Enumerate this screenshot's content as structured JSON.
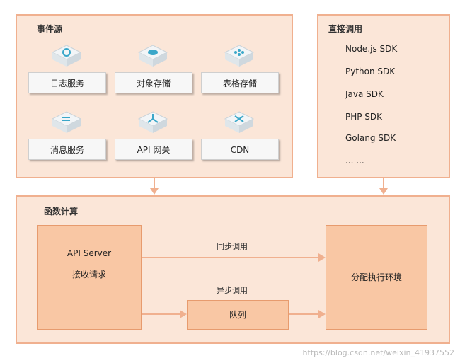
{
  "event_sources": {
    "title": "事件源",
    "items": [
      {
        "label": "日志服务",
        "icon": "log-service-icon"
      },
      {
        "label": "对象存储",
        "icon": "object-storage-icon"
      },
      {
        "label": "表格存储",
        "icon": "table-storage-icon"
      },
      {
        "label": "消息服务",
        "icon": "message-service-icon"
      },
      {
        "label": "API 网关",
        "icon": "api-gateway-icon"
      },
      {
        "label": "CDN",
        "icon": "cdn-icon"
      }
    ]
  },
  "direct_invoke": {
    "title": "直接调用",
    "items": [
      "Node.js SDK",
      "Python SDK",
      "Java SDK",
      "PHP SDK",
      "Golang SDK",
      "... ..."
    ]
  },
  "function_compute": {
    "title": "函数计算",
    "api_server": {
      "line1": "API Server",
      "line2": "接收请求"
    },
    "sync_label": "同步调用",
    "async_label": "异步调用",
    "queue": "队列",
    "exec_env": "分配执行环境"
  },
  "watermark": "https://blog.csdn.net/weixin_41937552",
  "colors": {
    "panel_fill": "#fbe6d8",
    "panel_border": "#f0b08f",
    "box_fill": "#f9c7a4",
    "arrow": "#f0b08f",
    "icon_tile": "#e9eef1",
    "icon_accent": "#3aa7c9"
  }
}
